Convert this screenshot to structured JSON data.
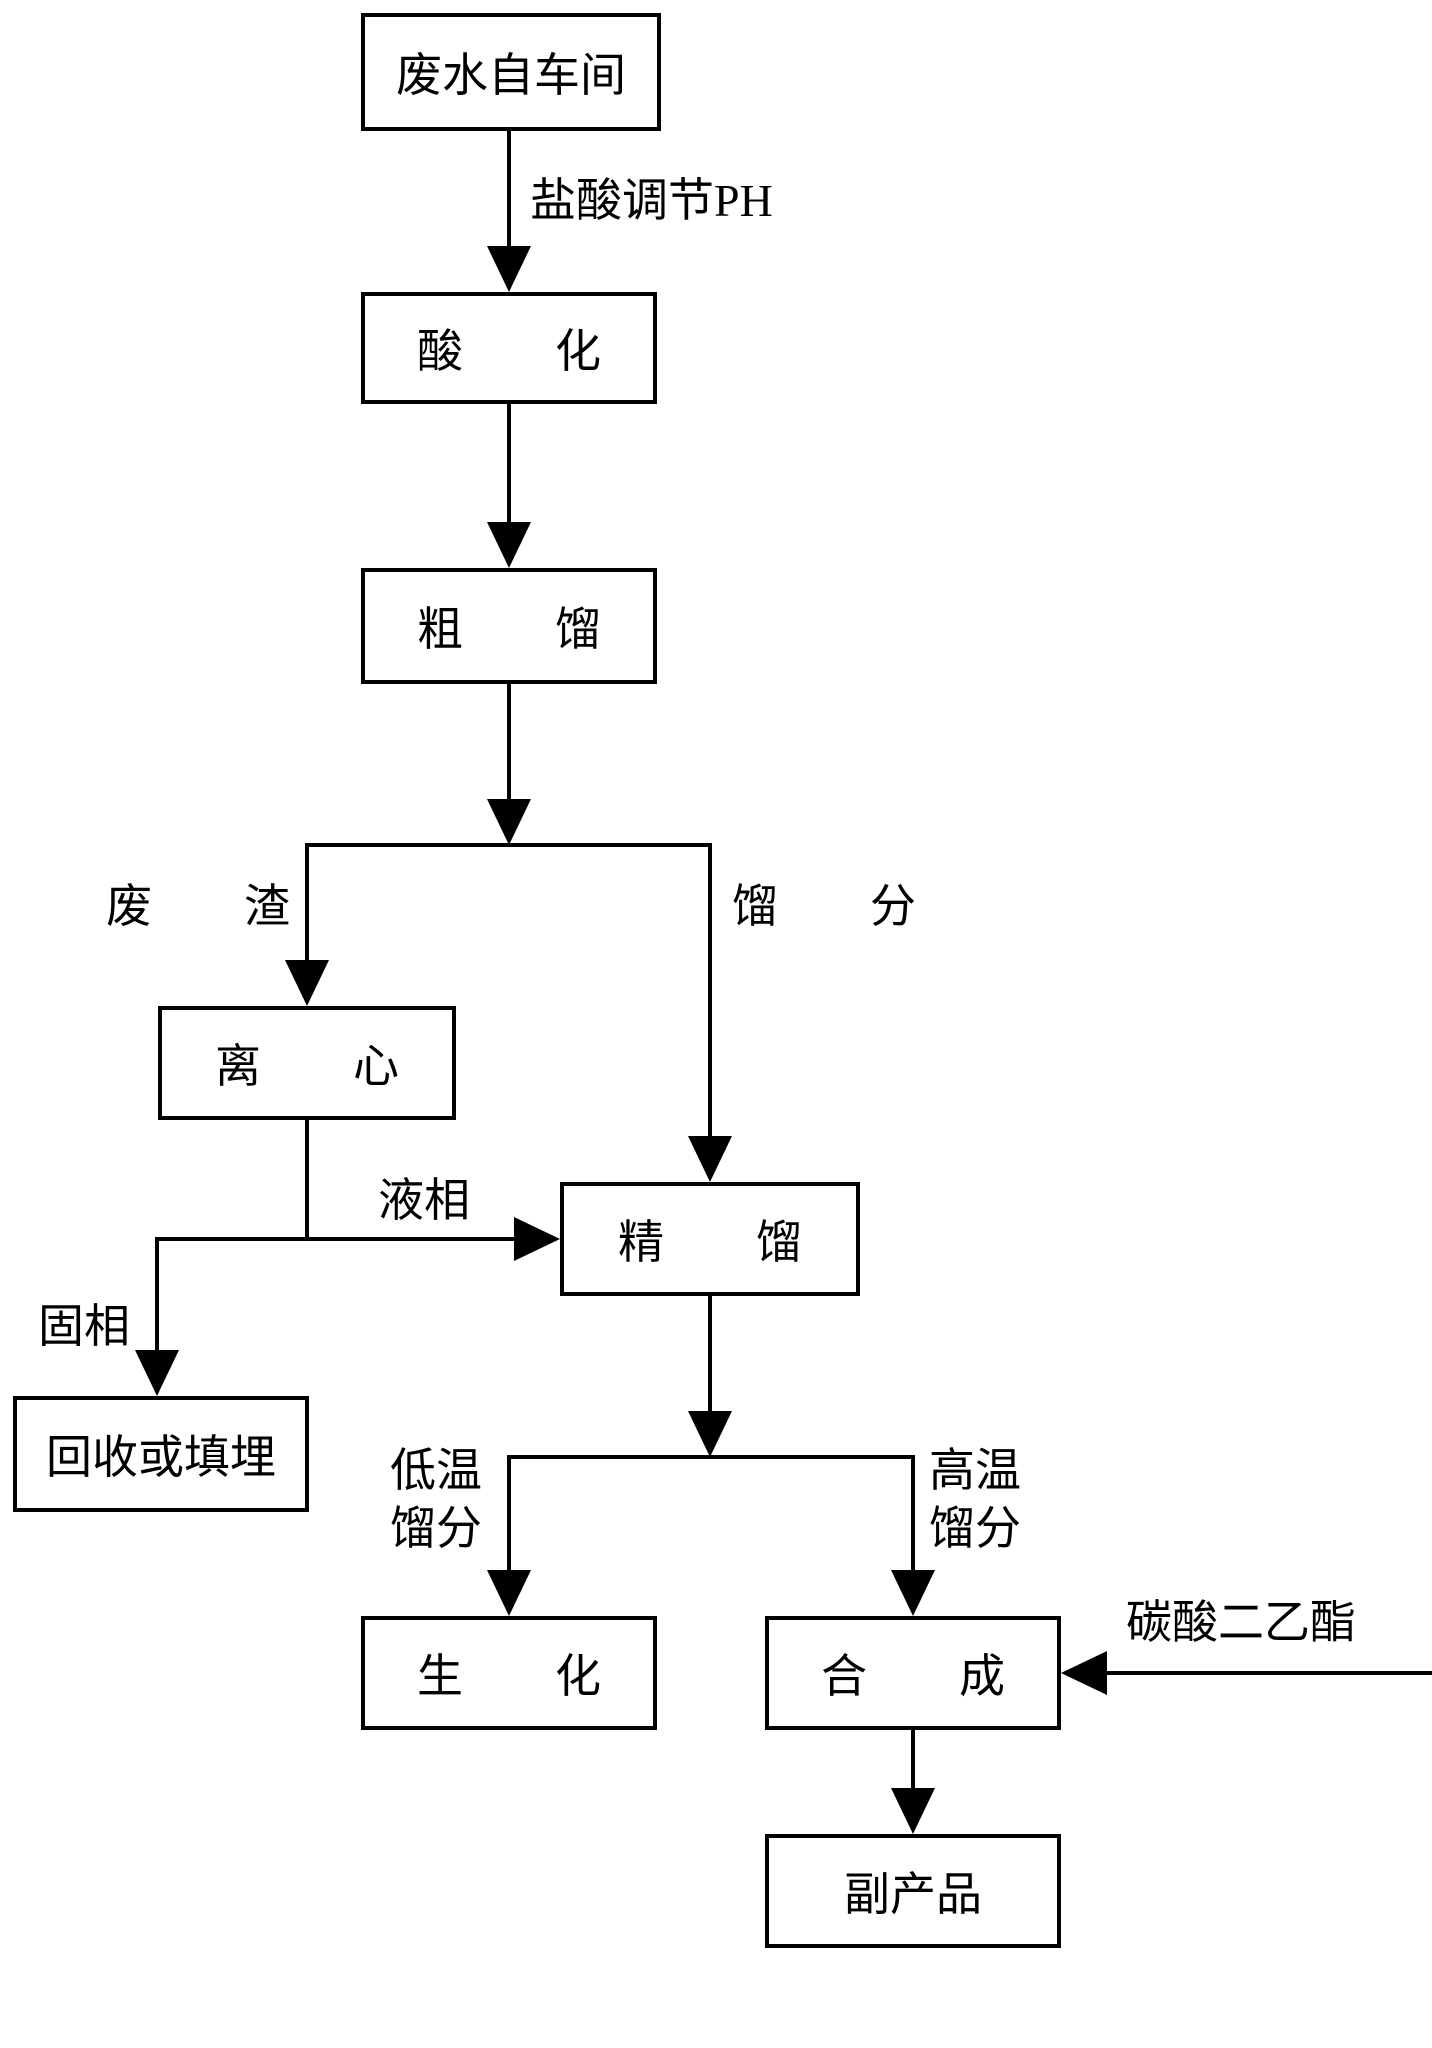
{
  "diagram": {
    "title": "wastewater-treatment-flowchart",
    "nodes": {
      "wastewater": "废水自车间",
      "acidify": "酸　　化",
      "crude": "粗　　馏",
      "centrifuge": "离　　心",
      "rectify": "精　　馏",
      "recycle": "回收或填埋",
      "biochem": "生　　化",
      "synthesis": "合　　成",
      "byproduct": "副产品"
    },
    "labels": {
      "ph": "盐酸调节PH",
      "residue": "废　　渣",
      "fraction": "馏　　分",
      "liquid": "液相",
      "solid": "固相",
      "low_temp_line1": "低温",
      "low_temp_line2": "馏分",
      "high_temp_line1": "高温",
      "high_temp_line2": "馏分",
      "dec": "碳酸二乙酯"
    },
    "colors": {
      "line": "#000000",
      "background": "#ffffff"
    }
  }
}
